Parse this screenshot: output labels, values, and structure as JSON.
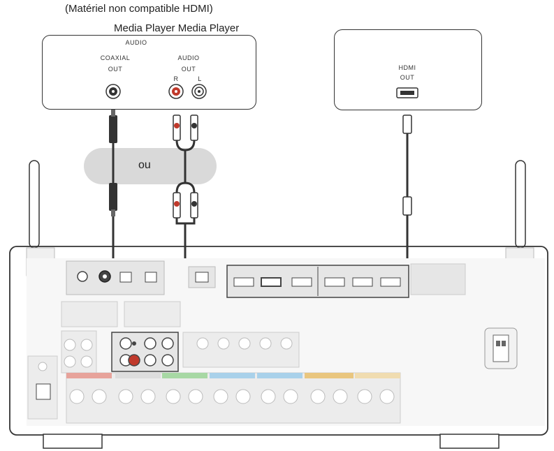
{
  "captions": {
    "non_hdmi": "(Matériel non compatible HDMI)",
    "media_players": "Media Player Media Player"
  },
  "left_device": {
    "section": "AUDIO",
    "coaxial_label_1": "COAXIAL",
    "coaxial_label_2": "OUT",
    "audio_label_1": "AUDIO",
    "audio_label_2": "OUT",
    "r_label": "R",
    "l_label": "L"
  },
  "right_device": {
    "hdmi_label_1": "HDMI",
    "hdmi_label_2": "OUT"
  },
  "or_label": "ou",
  "colors": {
    "outline": "#333333",
    "panel_fill": "#e8e8e8",
    "red_jack": "#c0392b",
    "or_pill": "#d9d9d9"
  }
}
